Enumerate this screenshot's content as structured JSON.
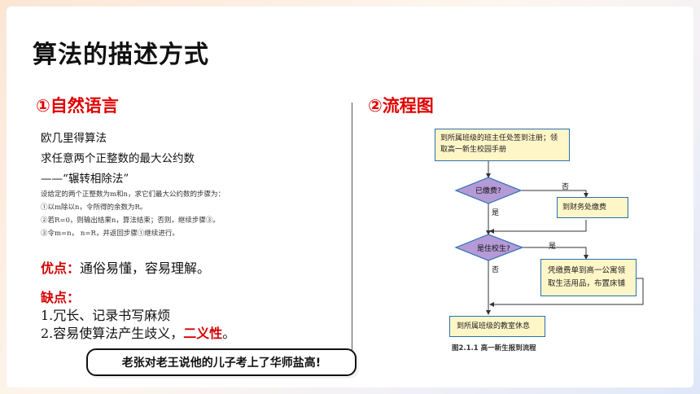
{
  "title": "算法的描述方式",
  "left": {
    "heading": "①自然语言",
    "lines": [
      "欧几里得算法",
      "求任意两个正整数的最大公约数",
      "——“辗转相除法”"
    ],
    "small_lines": [
      "设给定的两个正整数为m和n，求它们最大公约数的步骤为：",
      "①以m除以n，令所得的余数为R。",
      "②若R=0，则输出结果n，算法结束；否则，继续步骤③。",
      "③令m=n，  n=R，并返回步骤①继续进行。"
    ],
    "pros_label": "优点：",
    "pros_text": "通俗易懂，容易理解。",
    "cons_label": "缺点：",
    "cons_1": "1.冗长、记录书写麻烦",
    "cons_2_prefix": "2.容易使算法产生歧义，",
    "cons_2_highlight": "二义性",
    "cons_2_suffix": "。",
    "callout": "老张对老王说他的儿子考上了华师盐高!"
  },
  "right": {
    "heading": "②流程图",
    "flow": {
      "box1": "到所属班级的班主任处签到注册；领取高一新生校园手册",
      "decision1": "已缴费?",
      "no1": "否",
      "yes1": "是",
      "box2": "到财务处缴费",
      "decision2": "是住校生?",
      "yes2": "是",
      "no2": "否",
      "box3": "凭缴费单到高一公寓领取生活用品，布置床铺",
      "box4": "到所属班级的教室休息"
    },
    "caption": "图2.1.1   高一新生报到流程"
  },
  "colors": {
    "accent_red": "#e00000",
    "flow_fill": "#fff6c8",
    "flow_border": "#2a6fb3",
    "decision_fill": "#b49ad6"
  }
}
